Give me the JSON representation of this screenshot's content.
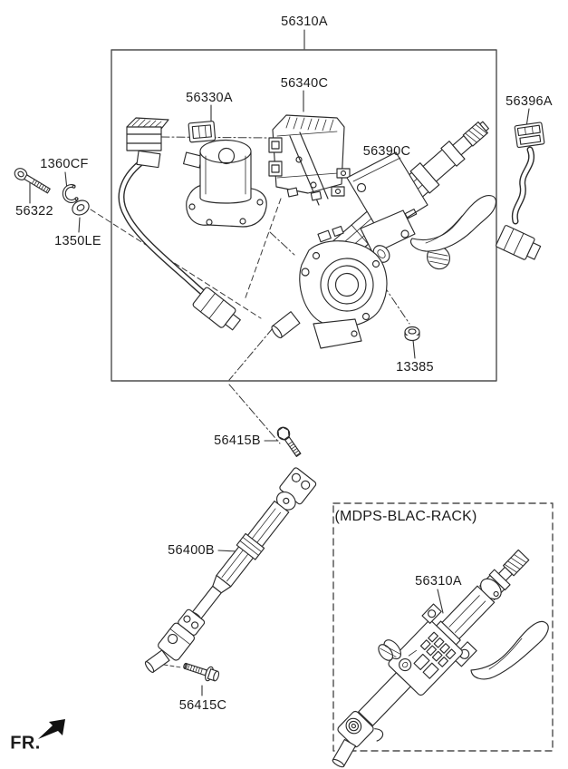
{
  "diagram": {
    "type": "exploded-parts-diagram",
    "colors": {
      "background": "#ffffff",
      "line": "#2b2b2b",
      "box_line": "#4d4d4d"
    }
  },
  "labels": {
    "main_assembly": "56310A",
    "motor_connector": "56330A",
    "ecu": "56340C",
    "column_housing": "56390C",
    "extension_wire": "56396A",
    "snap_ring": "1360CF",
    "side_bolt": "56322",
    "plain_washer": "1350LE",
    "nut": "13385",
    "upper_joint_bolt": "56415B",
    "intermediate_shaft": "56400B",
    "lower_joint_bolt": "56415C",
    "mdps_note": "(MDPS-BLAC-RACK)",
    "mdps_assembly": "56310A",
    "front_marker": "FR."
  }
}
